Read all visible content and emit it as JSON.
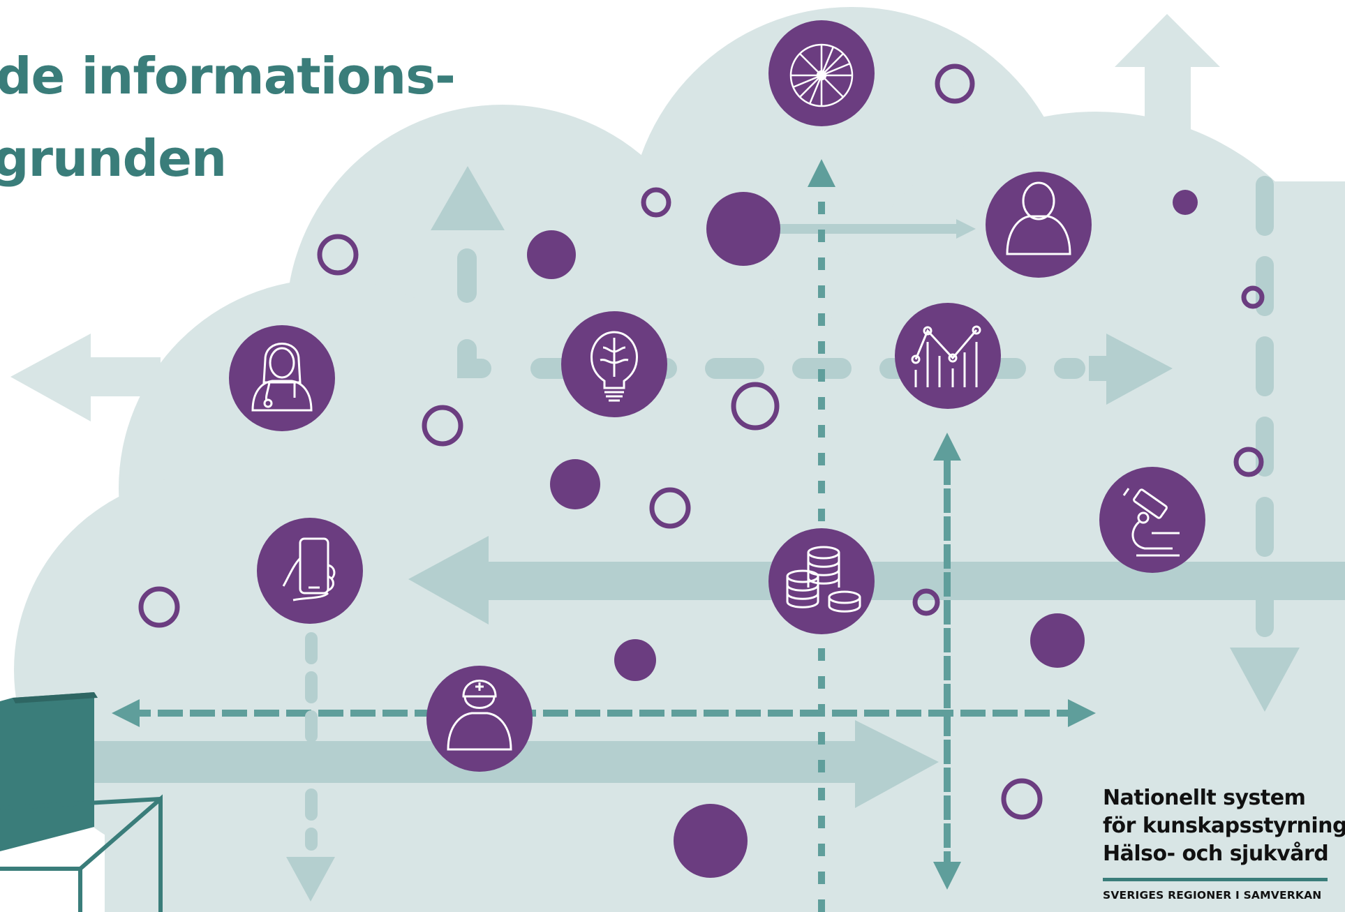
{
  "title": {
    "line1": "de informations-",
    "line2": "grunden"
  },
  "logo": {
    "line1": "Nationellt system",
    "line2": "för kunskapsstyrning",
    "line3": "Hälso- och sjukvård",
    "subtitle": "SVERIGES REGIONER I SAMVERKAN"
  },
  "colors": {
    "cloud": "#d8e5e5",
    "arrow_light": "#b4cfcf",
    "arrow_dashed": "#5f9e9b",
    "purple": "#6b3d80",
    "teal": "#3a7d7a"
  },
  "icons": [
    "pie-chart-icon",
    "person-icon",
    "doctor-icon",
    "brain-lightbulb-icon",
    "line-bar-chart-icon",
    "smartphone-icon",
    "coins-icon",
    "microscope-icon",
    "nurse-icon",
    "computer-monitor-icon"
  ]
}
